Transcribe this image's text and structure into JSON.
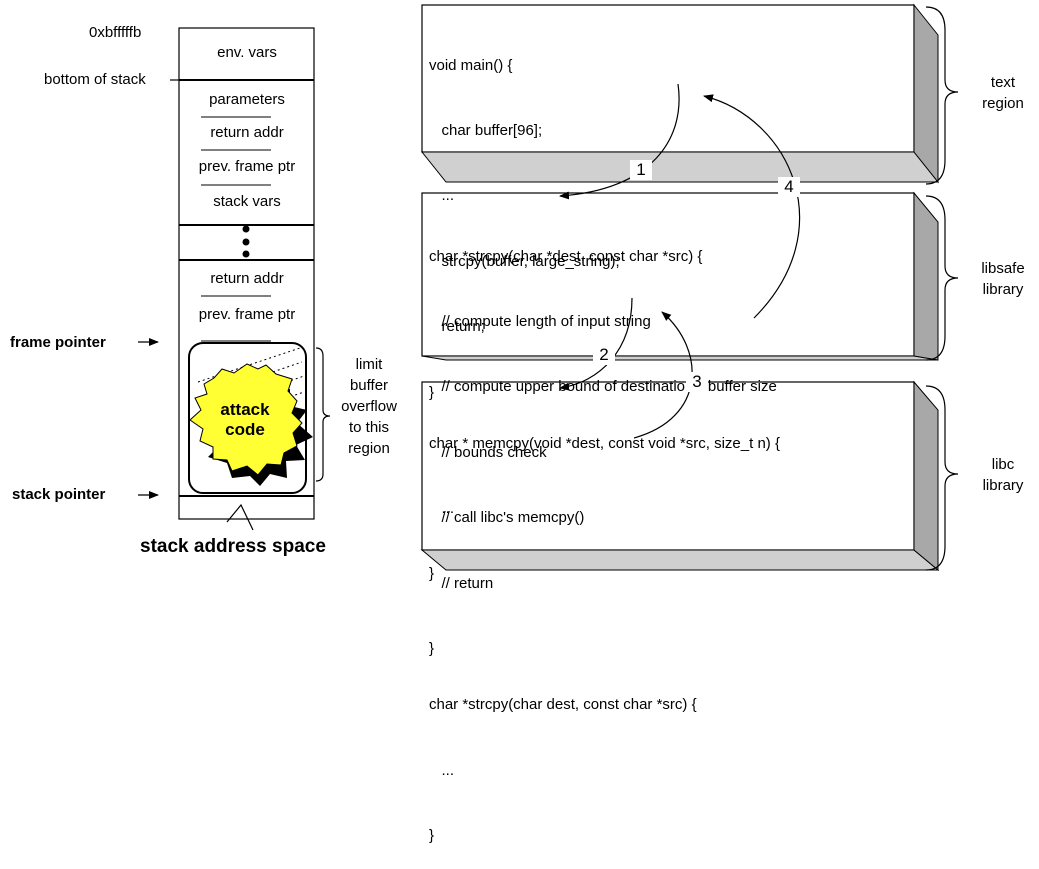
{
  "stack": {
    "top_address": "0xbfffffb",
    "bottom_of_stack_label": "bottom of stack",
    "segments": [
      "env. vars",
      "parameters",
      "return addr",
      "prev. frame ptr",
      "stack vars",
      "return addr",
      "prev. frame ptr"
    ],
    "frame_pointer_label": "frame pointer",
    "stack_pointer_label": "stack pointer",
    "attack_label_line1": "attack",
    "attack_label_line2": "code",
    "limit_note": [
      "limit",
      "buffer",
      "overflow",
      "to this",
      "region"
    ],
    "caption": "stack address space"
  },
  "text_region": {
    "label": [
      "text",
      "region"
    ],
    "code": [
      "void main() {",
      "   char buffer[96];",
      "   ...",
      "   strcpy(buffer, large_string);",
      "   return;",
      "}"
    ]
  },
  "libsafe_region": {
    "label": [
      "libsafe",
      "library"
    ],
    "code": [
      "char *strcpy(char *dest, const char *src) {",
      "   // compute length of input string",
      "   // compute upper bound of destination's buffer size",
      "   // bounds check",
      "   // call libc's memcpy()",
      "   // return",
      "}"
    ]
  },
  "libc_region": {
    "label": [
      "libc",
      "library"
    ],
    "code": [
      "char * memcpy(void *dest, const void *src, size_t n) {",
      "   ...",
      "}",
      "",
      "char *strcpy(char dest, const char *src) {",
      "   ...",
      "}"
    ]
  },
  "call_steps": [
    "1",
    "2",
    "3",
    "4"
  ],
  "colors": {
    "attack_fill": "#ffff33",
    "shadow": "#000000",
    "bevel": "#c8c8c8"
  }
}
